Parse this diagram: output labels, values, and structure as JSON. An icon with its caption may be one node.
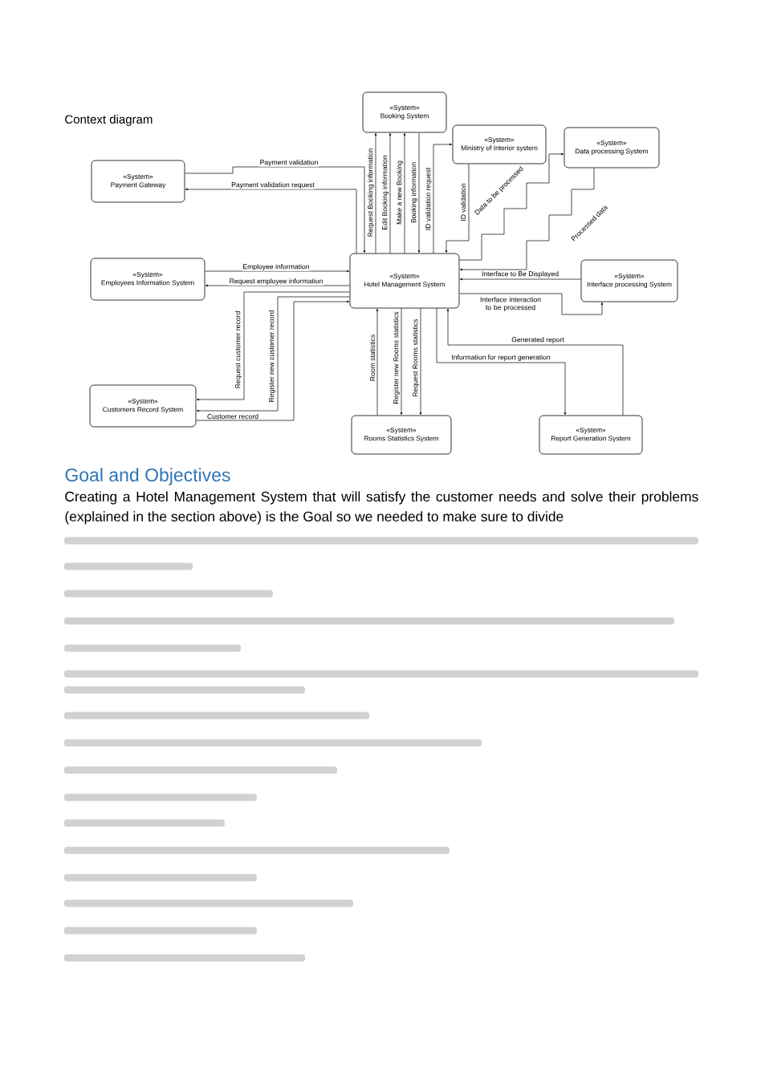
{
  "diagram": {
    "title": "Context diagram",
    "nodes": [
      {
        "text": [
          "«System»",
          "Booking System"
        ]
      },
      {
        "text": [
          "«System»",
          "Ministry of Interior system"
        ]
      },
      {
        "text": [
          "«System»",
          "Data processing System"
        ]
      },
      {
        "text": [
          "«System»",
          "Payment Gateway"
        ]
      },
      {
        "text": [
          "«System»",
          "Employees Information System"
        ]
      },
      {
        "text": [
          "«System»",
          "Hotel Management System"
        ]
      },
      {
        "text": [
          "«System»",
          "Interface processing System"
        ]
      },
      {
        "text": [
          "«System»",
          "Customers Record System"
        ]
      },
      {
        "text": [
          "«System»",
          "Rooms Statistics System"
        ]
      },
      {
        "text": [
          "«System»",
          "Report Generation System"
        ]
      }
    ],
    "edges": [
      {
        "from": 5,
        "to": 0,
        "arrow": "to",
        "label": "Request Booking information"
      },
      {
        "from": 5,
        "to": 0,
        "arrow": "to",
        "label": "Edit Booking information"
      },
      {
        "from": 5,
        "to": 0,
        "arrow": "to",
        "label": "Make a new Booking"
      },
      {
        "from": 0,
        "to": 5,
        "arrow": "to",
        "label": "Booking information"
      },
      {
        "from": 5,
        "to": 1,
        "arrow": "to",
        "label": "ID validation request"
      },
      {
        "from": 1,
        "to": 5,
        "arrow": "to",
        "label": "ID validation"
      },
      {
        "from": 5,
        "to": 2,
        "arrow": "to",
        "label": "Data to be processed"
      },
      {
        "from": 2,
        "to": 5,
        "arrow": "to",
        "label": "Processed data"
      },
      {
        "from": 3,
        "to": 5,
        "arrow": "to",
        "label": "Payment validation"
      },
      {
        "from": 5,
        "to": 3,
        "arrow": "to",
        "label": "Payment validation request"
      },
      {
        "from": 4,
        "to": 5,
        "arrow": "to",
        "label": "Employee information"
      },
      {
        "from": 5,
        "to": 4,
        "arrow": "to",
        "label": "Request employee information"
      },
      {
        "from": 5,
        "to": 7,
        "arrow": "to",
        "label": "Request customer record"
      },
      {
        "from": 5,
        "to": 7,
        "arrow": "to",
        "label": "Register new customer record"
      },
      {
        "from": 7,
        "to": 5,
        "arrow": "to",
        "label": "Customer record"
      },
      {
        "from": 8,
        "to": 5,
        "arrow": "to",
        "label": "Room statistics"
      },
      {
        "from": 5,
        "to": 8,
        "arrow": "to",
        "label": "Register new Rooms statistics"
      },
      {
        "from": 5,
        "to": 8,
        "arrow": "to",
        "label": "Request Rooms statistics"
      },
      {
        "from": 9,
        "to": 5,
        "arrow": "to",
        "label": "Generated report"
      },
      {
        "from": 5,
        "to": 9,
        "arrow": "to",
        "label": "Information for report generation"
      },
      {
        "from": 6,
        "to": 5,
        "arrow": "to",
        "label": "Interface to Be Displayed"
      },
      {
        "from": 5,
        "to": 6,
        "arrow": "to",
        "label": "Interface interaction to be processed"
      }
    ],
    "labels": [
      "Goal and Objectives",
      "Creating a Hotel Management System that will satisfy the customer needs and solve their problems (explained in the section above) is the Goal so we needed to make sure to divide"
    ]
  }
}
